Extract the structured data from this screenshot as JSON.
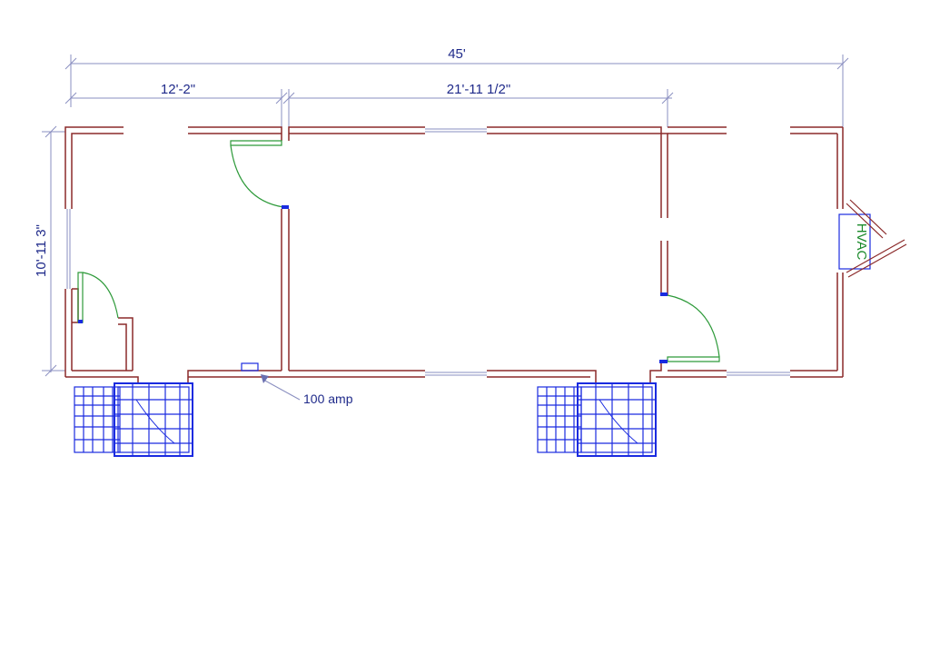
{
  "dimensions": {
    "overall_length": "45'",
    "left_room_length": "12'-2\"",
    "center_room_length": "21'-11 1/2\"",
    "overall_width": "10'-11 3\""
  },
  "annotations": {
    "panel_label": "100 amp",
    "hvac_label": "HVAC"
  },
  "colors": {
    "wall": "#8b2a2a",
    "dimension": "#8a8fc0",
    "door": "#2e9a3a",
    "stairs": "#1a2be0",
    "text": "#1f2a8a"
  }
}
